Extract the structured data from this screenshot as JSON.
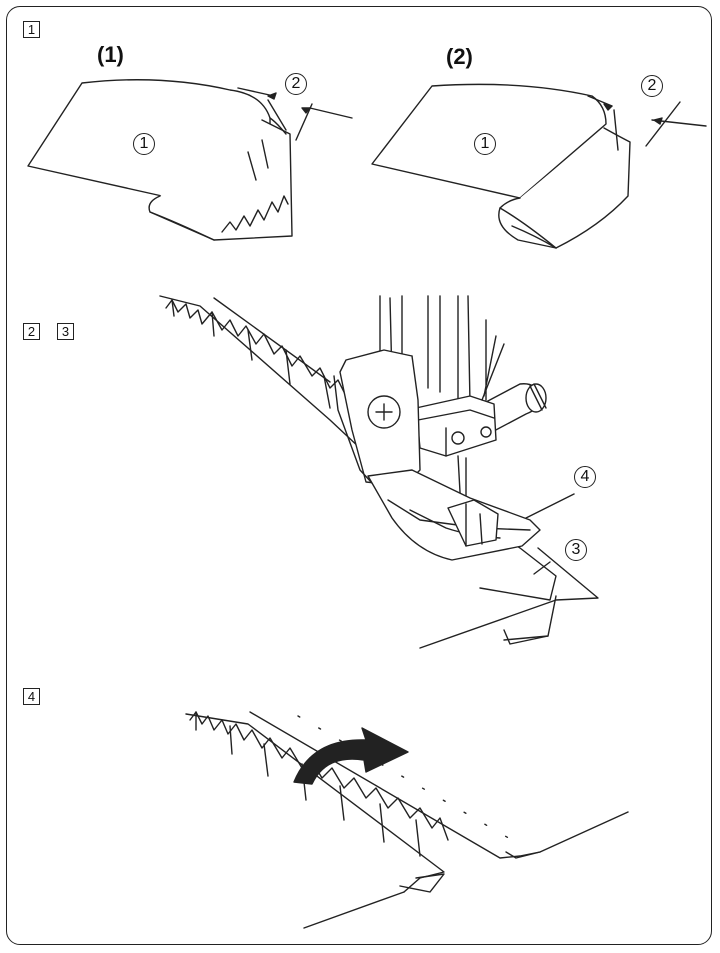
{
  "steps": [
    "1",
    "2",
    "3",
    "4"
  ],
  "panels": [
    "(1)",
    "(2)"
  ],
  "callouts": {
    "c1": "1",
    "c2": "2",
    "c3": "3",
    "c4": "4"
  },
  "colors": {
    "line": "#222222",
    "background": "#ffffff"
  }
}
